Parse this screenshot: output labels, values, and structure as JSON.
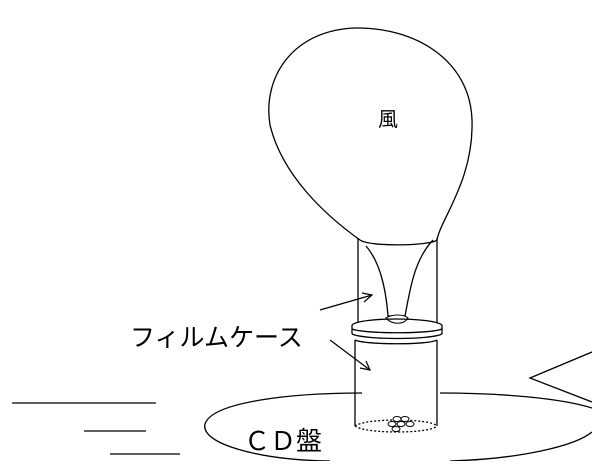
{
  "labels": {
    "balloon": "風",
    "film_case": "フィルムケース",
    "cd": "ＣＤ盤"
  },
  "colors": {
    "ink": "#000000",
    "background": "#ffffff"
  }
}
